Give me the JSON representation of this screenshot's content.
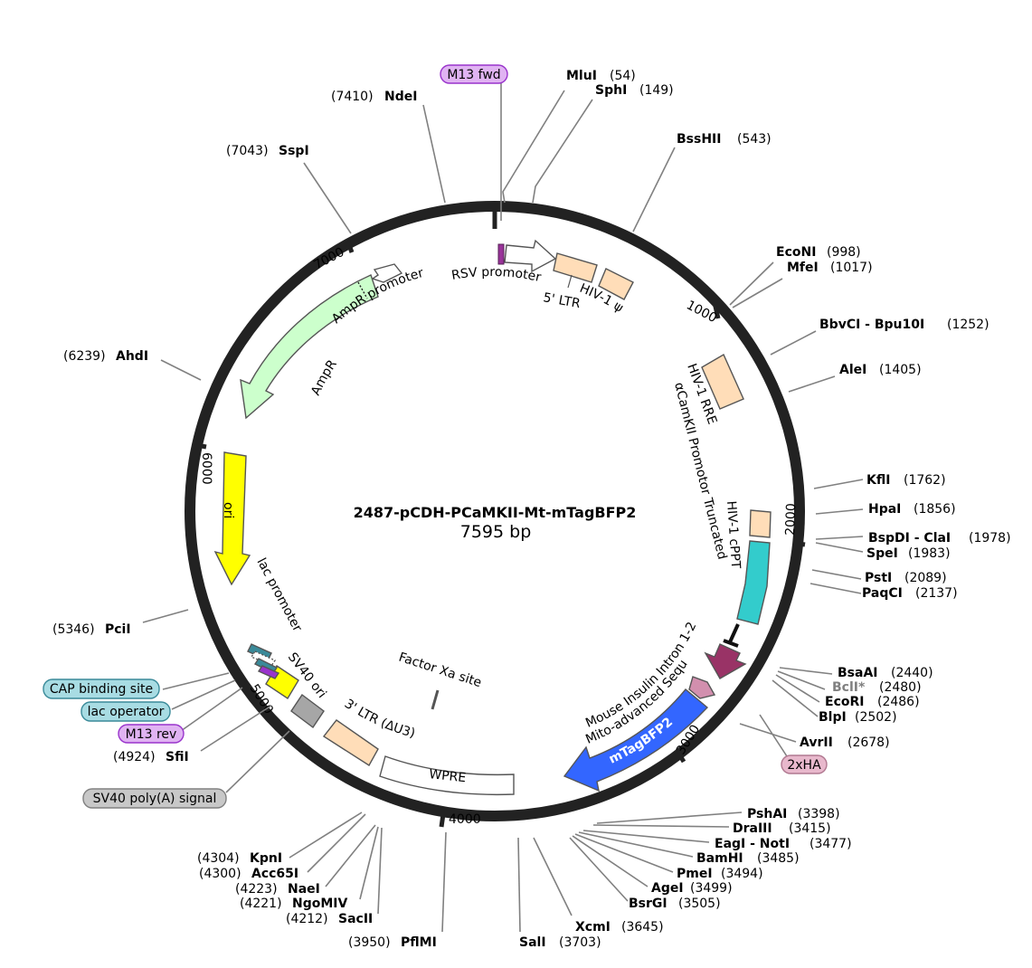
{
  "plasmid": {
    "name": "2487-pCDH-PCaMKII-Mt-mTagBFP2",
    "length": 7595,
    "length_label": "7595 bp"
  },
  "ticks": [
    "1000",
    "2000",
    "3000",
    "4000",
    "5000",
    "6000",
    "7000"
  ],
  "sites": [
    {
      "id": "mlui",
      "name": "MluI",
      "pos": "(54)"
    },
    {
      "id": "sphi",
      "name": "SphI",
      "pos": "(149)"
    },
    {
      "id": "bsshii",
      "name": "BssHII",
      "pos": "(543)"
    },
    {
      "id": "econi",
      "name": "EcoNI",
      "pos": "(998)"
    },
    {
      "id": "mfei",
      "name": "MfeI",
      "pos": "(1017)"
    },
    {
      "id": "bbvci",
      "name": "BbvCI - Bpu10I",
      "pos": "(1252)"
    },
    {
      "id": "alei",
      "name": "AleI",
      "pos": "(1405)"
    },
    {
      "id": "kfli",
      "name": "KflI",
      "pos": "(1762)"
    },
    {
      "id": "hpai",
      "name": "HpaI",
      "pos": "(1856)"
    },
    {
      "id": "bspdi",
      "name": "BspDI - ClaI",
      "pos": "(1978)"
    },
    {
      "id": "spei",
      "name": "SpeI",
      "pos": "(1983)"
    },
    {
      "id": "psti",
      "name": "PstI",
      "pos": "(2089)"
    },
    {
      "id": "paqci",
      "name": "PaqCI",
      "pos": "(2137)"
    },
    {
      "id": "bsaai",
      "name": "BsaAI",
      "pos": "(2440)"
    },
    {
      "id": "bcli",
      "name": "BclI*",
      "pos": "(2480)"
    },
    {
      "id": "ecori",
      "name": "EcoRI",
      "pos": "(2486)"
    },
    {
      "id": "blpi",
      "name": "BlpI",
      "pos": "(2502)"
    },
    {
      "id": "avrii",
      "name": "AvrII",
      "pos": "(2678)"
    },
    {
      "id": "pshai",
      "name": "PshAI",
      "pos": "(3398)"
    },
    {
      "id": "draiii",
      "name": "DraIII",
      "pos": "(3415)"
    },
    {
      "id": "eagi",
      "name": "EagI - NotI",
      "pos": "(3477)"
    },
    {
      "id": "bamhi",
      "name": "BamHI",
      "pos": "(3485)"
    },
    {
      "id": "pmei",
      "name": "PmeI",
      "pos": "(3494)"
    },
    {
      "id": "agei",
      "name": "AgeI",
      "pos": "(3499)"
    },
    {
      "id": "bsrgi",
      "name": "BsrGI",
      "pos": "(3505)"
    },
    {
      "id": "xcmi",
      "name": "XcmI",
      "pos": "(3645)"
    },
    {
      "id": "sali",
      "name": "SalI",
      "pos": "(3703)"
    },
    {
      "id": "pflmi",
      "name": "PflMI",
      "pos": "(3950)"
    },
    {
      "id": "sacii",
      "name": "SacII",
      "pos": "(4212)"
    },
    {
      "id": "ngomiv",
      "name": "NgoMIV",
      "pos": "(4221)"
    },
    {
      "id": "naei",
      "name": "NaeI",
      "pos": "(4223)"
    },
    {
      "id": "acc65i",
      "name": "Acc65I",
      "pos": "(4300)"
    },
    {
      "id": "kpni",
      "name": "KpnI",
      "pos": "(4304)"
    },
    {
      "id": "sfii",
      "name": "SfiI",
      "pos": "(4924)"
    },
    {
      "id": "pcii",
      "name": "PciI",
      "pos": "(5346)"
    },
    {
      "id": "ahdi",
      "name": "AhdI",
      "pos": "(6239)"
    },
    {
      "id": "sspi",
      "name": "SspI",
      "pos": "(7043)"
    },
    {
      "id": "ndei",
      "name": "NdeI",
      "pos": "(7410)"
    }
  ],
  "features": {
    "rsv_promoter": "RSV promoter",
    "ltr5": "5' LTR",
    "hiv_psi": "HIV-1 ψ",
    "hiv_rre": "HIV-1 RRE",
    "camkii_promoter": "αCamKII Promotor Truncated",
    "hiv_cppt": "HIV-1 cPPT",
    "mouse_insulin": "Mouse Insulin Intron 1-2",
    "mito_seq": "Mito-advanced Sequence",
    "mtagbfp2": "mTagBFP2",
    "factor_xa": "Factor Xa site",
    "wpre": "WPRE",
    "ltr3": "3' LTR (ΔU3)",
    "sv40_ori": "SV40 ori",
    "lac_promoter": "lac promoter",
    "ori": "ori",
    "ampr": "AmpR",
    "ampr_promoter": "AmpR promoter"
  },
  "pills": {
    "m13_fwd": "M13 fwd",
    "two_ha": "2xHA",
    "cap_site": "CAP binding site",
    "lac_operator": "lac operator",
    "m13_rev": "M13 rev",
    "sv40_polya": "SV40 poly(A) signal"
  },
  "colors": {
    "backbone": "#222222",
    "ltr": "#FFDDB8",
    "ampr": "#CCFFCC",
    "ori": "#FFFF00",
    "cppt": "#33CCCC",
    "intron": "#993366",
    "mtagbfp2": "#3366FF",
    "sv40": "#A6A6A6",
    "m13": "#E0B3F2",
    "ha": "#E8B8CC",
    "cap": "#A8DCE3",
    "polya": "#C8C8C8"
  }
}
